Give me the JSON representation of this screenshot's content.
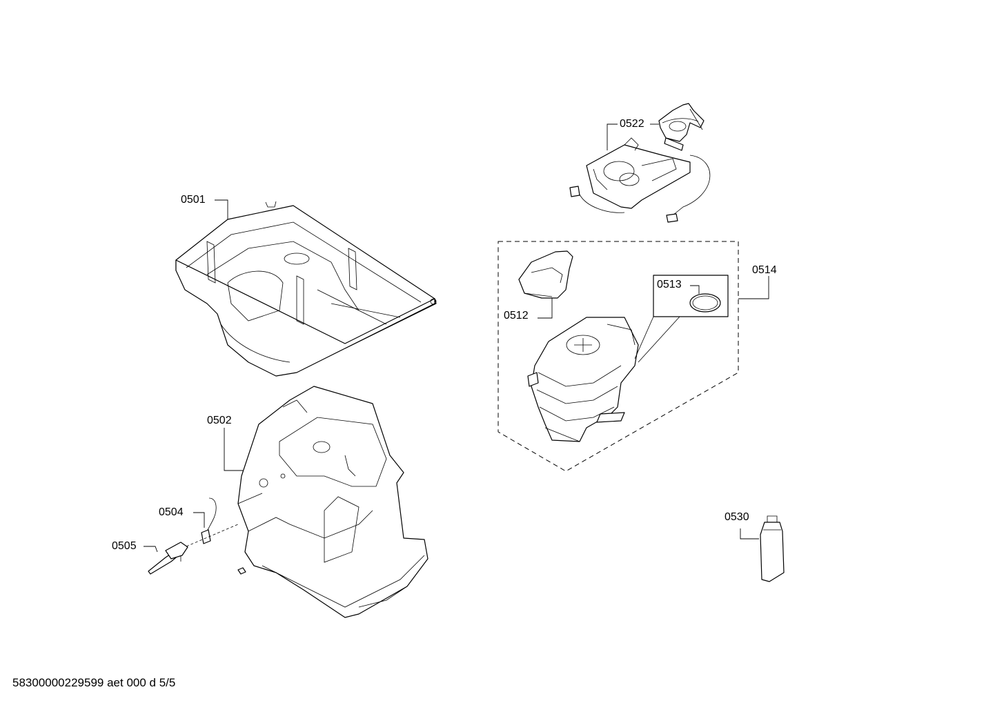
{
  "labels": {
    "p0501": "0501",
    "p0502": "0502",
    "p0504": "0504",
    "p0505": "0505",
    "p0512": "0512",
    "p0513": "0513",
    "p0514": "0514",
    "p0522": "0522",
    "p0530": "0530"
  },
  "footer": "58300000229599 aet 000 d 5/5"
}
